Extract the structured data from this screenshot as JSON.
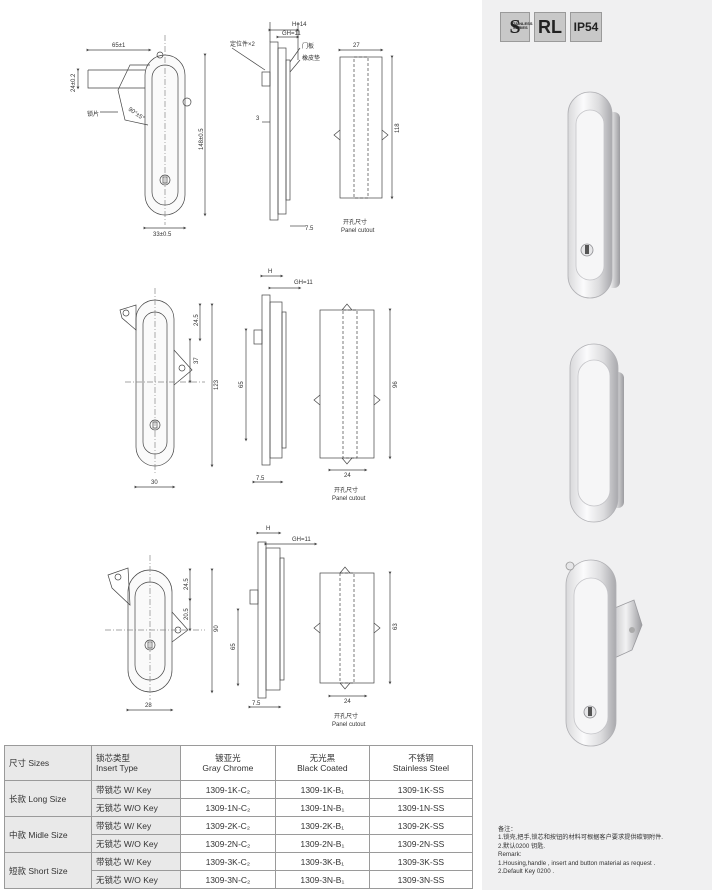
{
  "badges": {
    "s_mark": "S",
    "s_sub1": "TAINLESS",
    "s_sub2": "SERIES",
    "rl": "RL",
    "ip": "IP54"
  },
  "drawing1": {
    "dim_width_top": "65±1",
    "dim_height_left": "24±0.2",
    "dim_height_total": "148±0.5",
    "dim_width_bottom": "33±0.5",
    "label_lock_plate": "锁片",
    "label_angle": "90°±5°",
    "label_positioner": "定位件×2",
    "label_door": "门板",
    "label_gasket": "橡皮垫",
    "dim_h": "H=14",
    "dim_gh": "GH=11",
    "dim_3": "3",
    "dim_75": "7.5",
    "cutout_w": "27",
    "cutout_h": "118",
    "cutout_cn": "开孔尺寸",
    "cutout_en": "Panel cutout"
  },
  "drawing2": {
    "dim_245": "24.5",
    "dim_37": "37",
    "dim_123": "123",
    "dim_30": "30",
    "dim_h": "H",
    "dim_gh": "GH=11",
    "dim_65": "65",
    "dim_75": "7.5",
    "cutout_h": "96",
    "cutout_w": "24",
    "cutout_cn": "开孔尺寸",
    "cutout_en": "Panel cutout"
  },
  "drawing3": {
    "dim_245": "24.5",
    "dim_205": "20.5",
    "dim_90": "90",
    "dim_28": "28",
    "dim_h": "H",
    "dim_gh": "GH=11",
    "dim_65": "65",
    "dim_75": "7.5",
    "cutout_h": "63",
    "cutout_w": "24",
    "cutout_cn": "开孔尺寸",
    "cutout_en": "Panel cutout"
  },
  "table": {
    "header": {
      "sizes_cn": "尺寸",
      "sizes_en": "Sizes",
      "insert_cn": "锁芯类型",
      "insert_en": "Insert Type",
      "gray_cn": "镀亚光",
      "gray_en": "Gray Chrome",
      "black_cn": "无光黑",
      "black_en": "Black Coated",
      "ss_cn": "不锈钢",
      "ss_en": "Stainless Steel"
    },
    "groups": [
      {
        "size": "长款 Long Size",
        "rows": [
          {
            "insert": "带锁芯 W/ Key",
            "gray": "1309-1K-C₂",
            "black": "1309-1K-B₁",
            "ss": "1309-1K-SS"
          },
          {
            "insert": "无锁芯 W/O Key",
            "gray": "1309-1N-C₂",
            "black": "1309-1N-B₁",
            "ss": "1309-1N-SS"
          }
        ]
      },
      {
        "size": "中款 Midle Size",
        "rows": [
          {
            "insert": "带锁芯 W/ Key",
            "gray": "1309-2K-C₂",
            "black": "1309-2K-B₁",
            "ss": "1309-2K-SS"
          },
          {
            "insert": "无锁芯 W/O Key",
            "gray": "1309-2N-C₂",
            "black": "1309-2N-B₁",
            "ss": "1309-2N-SS"
          }
        ]
      },
      {
        "size": "短款 Short Size",
        "rows": [
          {
            "insert": "带锁芯 W/ Key",
            "gray": "1309-3K-C₂",
            "black": "1309-3K-B₁",
            "ss": "1309-3K-SS"
          },
          {
            "insert": "无锁芯 W/O Key",
            "gray": "1309-3N-C₂",
            "black": "1309-3N-B₁",
            "ss": "1309-3N-SS"
          }
        ]
      }
    ]
  },
  "notes": {
    "title_cn": "备注：",
    "line1_cn": "1.锁壳,把手,锁芯和按钮的材料可根据客户要求提供碳钢附件.",
    "line2_cn": "2.默认0200 钥匙.",
    "title_en": "Remark:",
    "line1_en": "1.Housing,handle , insert and button material as request .",
    "line2_en": "2.Default Key 0200 ."
  }
}
